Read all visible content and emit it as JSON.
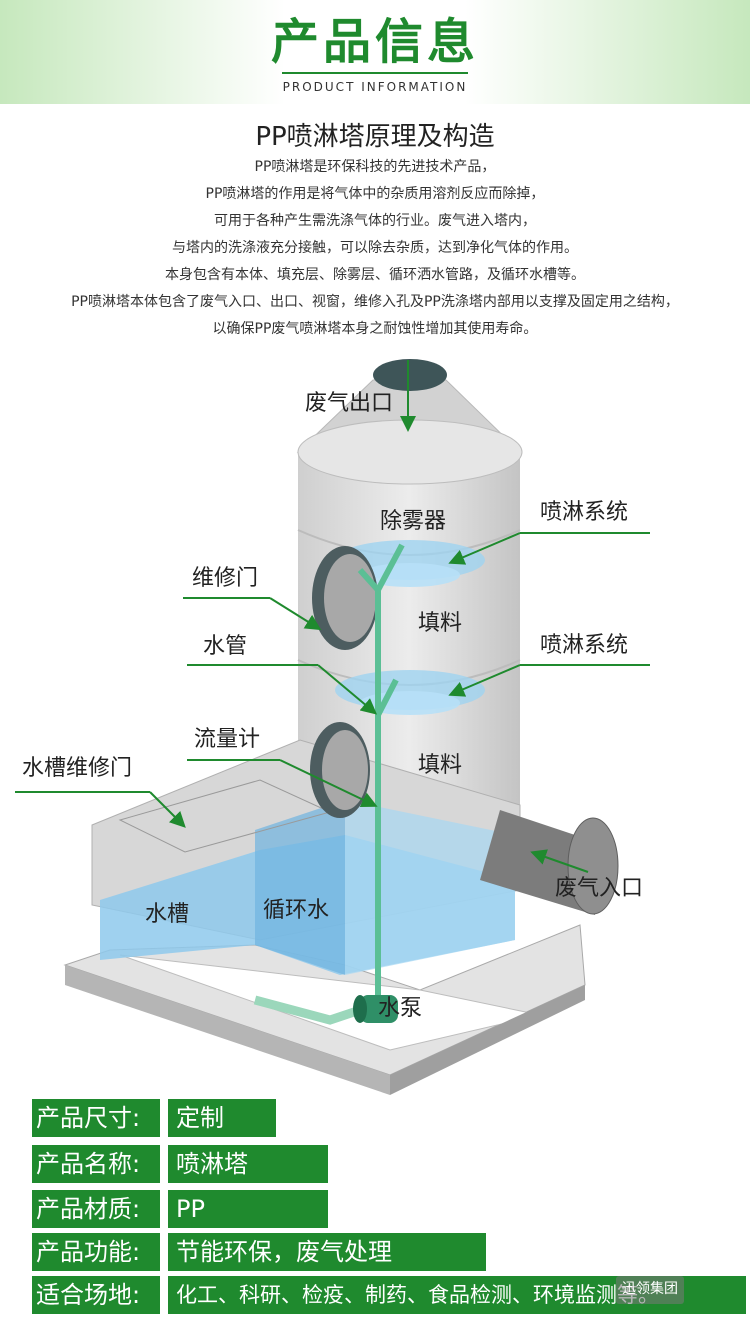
{
  "header": {
    "title": "产品信息",
    "subtitle": "PRODUCT INFORMATION"
  },
  "section": {
    "title": "PP喷淋塔原理及构造",
    "paragraph": [
      "PP喷淋塔是环保科技的先进技术产品，",
      "PP喷淋塔的作用是将气体中的杂质用溶剂反应而除掉，",
      "可用于各种产生需洗涤气体的行业。废气进入塔内，",
      "与塔内的洗涤液充分接触，可以除去杂质，达到净化气体的作用。",
      "本身包含有本体、填充层、除雾层、循环洒水管路，及循环水槽等。",
      "PP喷淋塔本体包含了废气入口、出口、视窗，维修入孔及PP洗涤塔内部用以支撑及固定用之结构，",
      "以确保PP废气喷淋塔本身之耐蚀性增加其使用寿命。"
    ]
  },
  "diagram": {
    "labels": {
      "exhaust_outlet": "废气出口",
      "demister": "除雾器",
      "spray_system_1": "喷淋系统",
      "maintenance_door": "维修门",
      "packing_1": "填料",
      "water_pipe": "水管",
      "spray_system_2": "喷淋系统",
      "flow_meter": "流量计",
      "packing_2": "填料",
      "tank_door": "水槽维修门",
      "tank": "水槽",
      "circulating_water": "循环水",
      "exhaust_inlet": "废气入口",
      "pump": "水泵"
    },
    "colors": {
      "accent": "#1f8a2e",
      "water": "#8ec9ec",
      "tower": "#d9d9d9"
    }
  },
  "specs": [
    {
      "key": "产品尺寸:",
      "value": "定制"
    },
    {
      "key": "产品名称:",
      "value": "喷淋塔"
    },
    {
      "key": "产品材质:",
      "value": "PP"
    },
    {
      "key": "产品功能:",
      "value": "节能环保，废气处理"
    },
    {
      "key": "适合场地:",
      "value": "化工、科研、检疫、制药、食品检测、环境监测等。"
    }
  ],
  "watermark": "迅领集团"
}
